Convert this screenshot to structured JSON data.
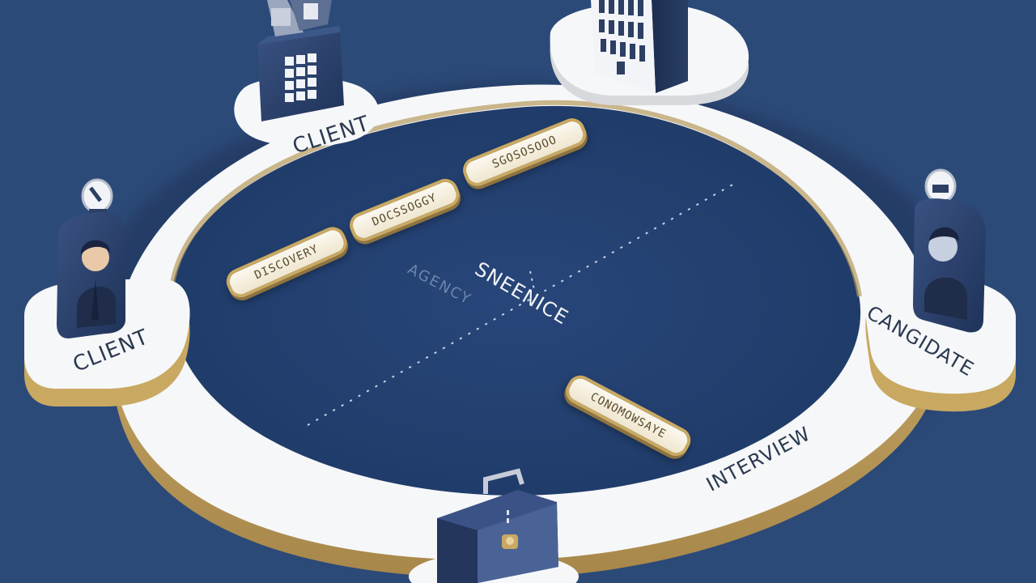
{
  "colors": {
    "background": "#2c4a78",
    "inner_field": "#24406e",
    "ring_top": "#f7f8fa",
    "ring_gold": "#c9a962",
    "node_navy": "#2d3f63"
  },
  "nodes": {
    "client_top": {
      "label": "CLIENT",
      "icon": "office-building-icon"
    },
    "building_top_right": {
      "icon": "skyscraper-icon"
    },
    "client_left": {
      "label": "CLIENT",
      "icon": "person-badge-icon"
    },
    "candidate_right": {
      "label": "CANGIDATE",
      "icon": "person-badge-icon"
    },
    "briefcase_bottom": {
      "icon": "briefcase-icon"
    }
  },
  "edge_labels": {
    "interview": "INTERVIEW"
  },
  "center": {
    "agency_label": "AGENCY",
    "main_label": "SNEENICE"
  },
  "pills": [
    {
      "label": "DISCOVERY"
    },
    {
      "label": "DOCSSOGGY"
    },
    {
      "label": "SGOSOSOOO"
    },
    {
      "label": "CONOMOWSAYE"
    }
  ]
}
